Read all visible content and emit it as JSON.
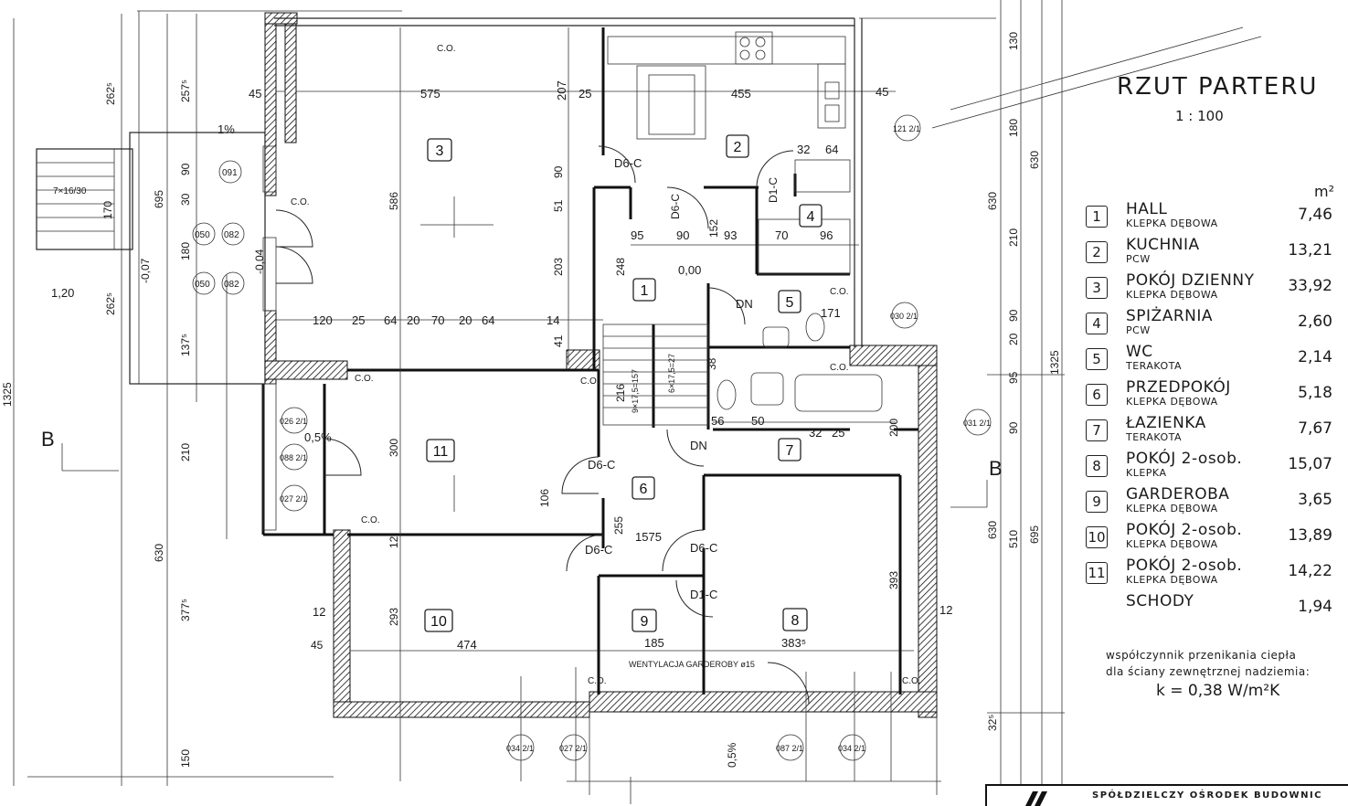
{
  "plan": {
    "title": "RZUT  PARTERU",
    "scale": "1 : 100",
    "area_unit": "m²",
    "rooms": [
      {
        "num": "1",
        "name": "HALL",
        "material": "KLEPKA DĘBOWA",
        "area": "7,46"
      },
      {
        "num": "2",
        "name": "KUCHNIA",
        "material": "PCW",
        "area": "13,21"
      },
      {
        "num": "3",
        "name": "POKÓJ DZIENNY",
        "material": "KLEPKA DĘBOWA",
        "area": "33,92"
      },
      {
        "num": "4",
        "name": "SPIŻARNIA",
        "material": "PCW",
        "area": "2,60"
      },
      {
        "num": "5",
        "name": "WC",
        "material": "TERAKOTA",
        "area": "2,14"
      },
      {
        "num": "6",
        "name": "PRZEDPOKÓJ",
        "material": "KLEPKA DĘBOWA",
        "area": "5,18"
      },
      {
        "num": "7",
        "name": "ŁAZIENKA",
        "material": "TERAKOTA",
        "area": "7,67"
      },
      {
        "num": "8",
        "name": "POKÓJ 2-osob.",
        "material": "KLEPKA",
        "area": "15,07"
      },
      {
        "num": "9",
        "name": "GARDEROBA",
        "material": "KLEPKA DĘBOWA",
        "area": "3,65"
      },
      {
        "num": "10",
        "name": "POKÓJ 2-osob.",
        "material": "KLEPKA DĘBOWA",
        "area": "13,89"
      },
      {
        "num": "11",
        "name": "POKÓJ 2-osob.",
        "material": "KLEPKA DĘBOWA",
        "area": "14,22"
      },
      {
        "num": "",
        "name": "SCHODY",
        "material": "",
        "area": "1,94"
      }
    ],
    "note_line1": "współczynnik przenikania ciepła",
    "note_line2": "dla ściany zewnętrznej nadziemia:",
    "note_value": "k = 0,38 W/m²K",
    "stamp_text": "SPÓŁDZIELCZY OŚRODEK BUDOWNIC"
  },
  "drawing": {
    "dims_top": [
      "45",
      "575",
      "207",
      "25",
      "455",
      "45"
    ],
    "dims_left": [
      "262⁵",
      "257⁵",
      "695",
      "90",
      "30",
      "170",
      "180",
      "262⁵",
      "137⁵",
      "1325",
      "210",
      "630",
      "377⁵",
      "150",
      "45"
    ],
    "dims_right": [
      "130",
      "180",
      "630",
      "630",
      "210",
      "90",
      "20",
      "95",
      "90",
      "1325",
      "630",
      "510",
      "695",
      "32⁵"
    ],
    "dims_inner": [
      "586",
      "90",
      "51",
      "203",
      "248",
      "95",
      "90",
      "152",
      "93",
      "70",
      "96",
      "32",
      "64",
      "0,00",
      "120",
      "25",
      "64",
      "20",
      "70",
      "20",
      "64",
      "14",
      "300",
      "106",
      "255",
      "1575",
      "293",
      "474",
      "185",
      "383⁵",
      "393",
      "200",
      "171",
      "56",
      "50",
      "32",
      "25",
      "12",
      "1,20",
      "1%",
      "0,5%",
      "0,5%",
      "-0,07",
      "-0,04",
      "216",
      "9×17,5=157",
      "6×17,5=27",
      "38",
      "41",
      "12",
      "12"
    ],
    "door_labels": [
      "D6-C",
      "D6-C",
      "D6-C",
      "D6-C",
      "D1-C",
      "D1-C",
      "D6-C",
      "DN",
      "DN"
    ],
    "markers": [
      "C.O.",
      "C.O.",
      "C.O.",
      "C.O.",
      "C.O.",
      "C.O.",
      "C.O.",
      "C.O.",
      "C.O."
    ],
    "window_tags": [
      "091",
      "050",
      "082",
      "050",
      "082",
      "026 2/1",
      "088 2/1",
      "027 2/1",
      "034 2/1",
      "027 2/1",
      "087 2/1",
      "034 2/1",
      "031 2/1",
      "030 2/1",
      "121 2/1"
    ],
    "stair_note": "7×16/30",
    "ventilation": "WENTYLACJA GARDEROBY ø15",
    "section_left": "B",
    "section_right": "B"
  }
}
